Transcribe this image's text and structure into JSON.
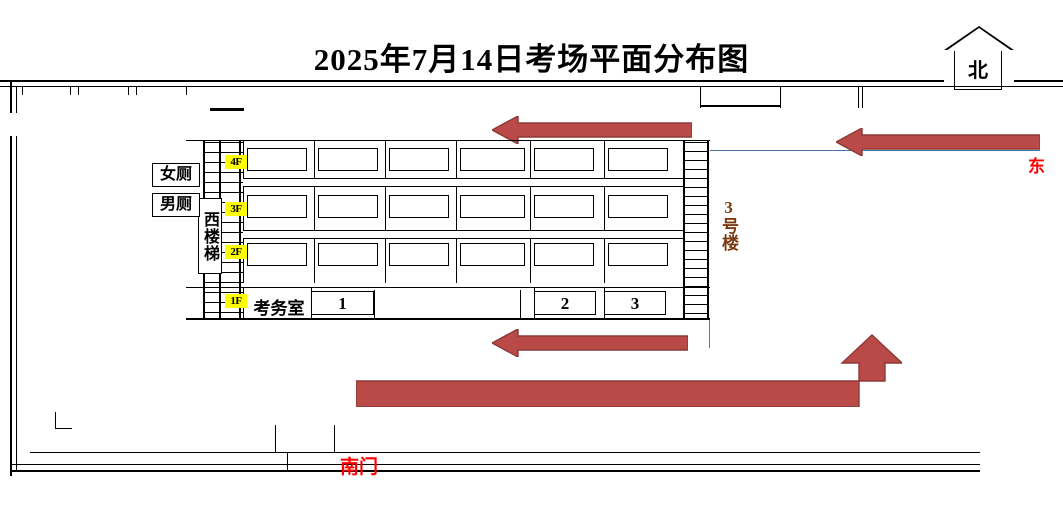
{
  "page": {
    "title": "2025年7月14日考场平面分布图"
  },
  "compass": {
    "label": "北",
    "icon": "north-arrow-icon"
  },
  "directions": {
    "east": "东",
    "south_gate": "南门"
  },
  "building": {
    "name": "3号楼",
    "west_stair_label": "西楼梯",
    "floors": [
      {
        "chip": "4F",
        "rooms": [
          "",
          "",
          "",
          "",
          "",
          ""
        ]
      },
      {
        "chip": "3F",
        "rooms": [
          "",
          "",
          "",
          "",
          "",
          ""
        ]
      },
      {
        "chip": "2F",
        "rooms": [
          "",
          "",
          "",
          "",
          "",
          ""
        ]
      },
      {
        "chip": "1F",
        "rooms": [
          "考务室",
          "1",
          "",
          "2",
          "3"
        ]
      }
    ],
    "first_floor": {
      "exam_office": "考务室",
      "room_1": "1",
      "room_2": "2",
      "room_3": "3"
    }
  },
  "facilities": {
    "womens_toilet": "女厕",
    "mens_toilet": "男厕"
  },
  "colors": {
    "arrow_fill": "#b94a48",
    "arrow_stroke": "#8c3a38",
    "highlight": "#ffff00",
    "direction_red": "#ff0000",
    "building_name": "#7b3a12",
    "blue_guide": "#4a74a8"
  },
  "arrows": [
    {
      "name": "route-arrow-top-left",
      "direction": "left"
    },
    {
      "name": "route-arrow-top-right",
      "direction": "left"
    },
    {
      "name": "route-arrow-bottom-mid",
      "direction": "left"
    },
    {
      "name": "route-arrow-elbow",
      "direction": "right-then-up"
    }
  ]
}
